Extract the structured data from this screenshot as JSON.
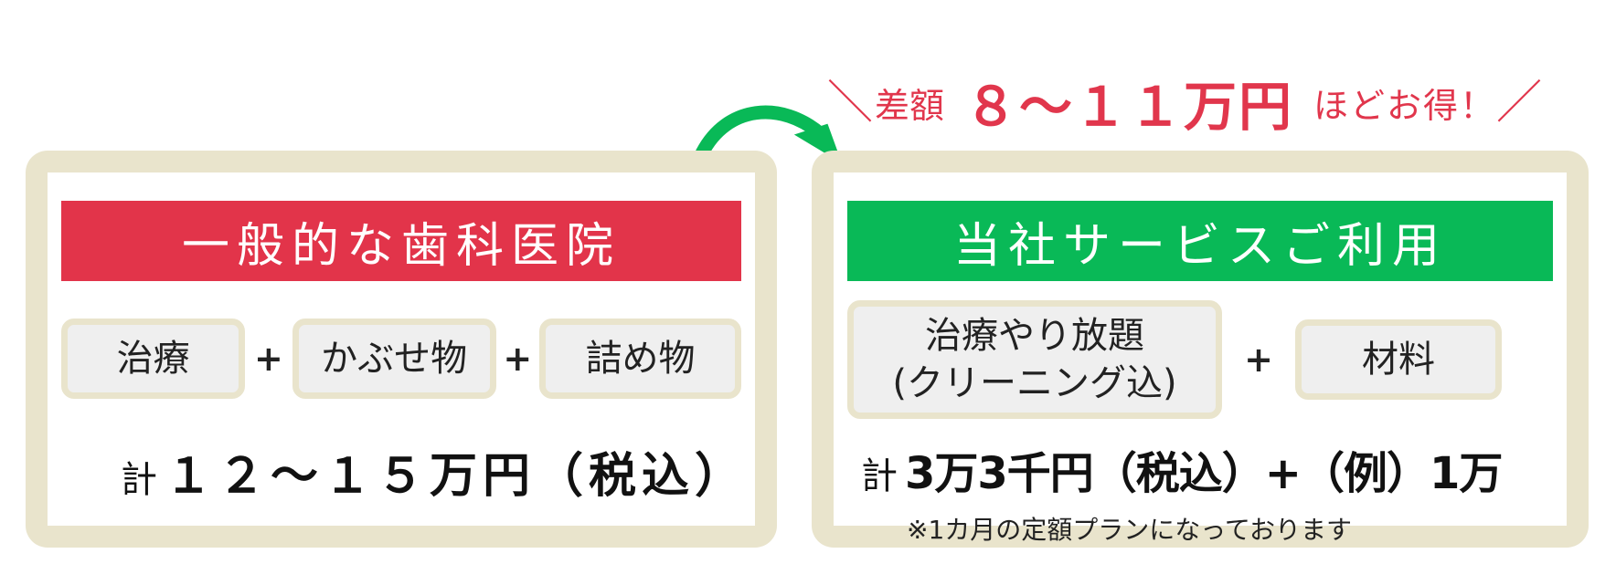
{
  "banner": {
    "slash_left": "＼",
    "prefix": "差額",
    "amount": "８～１１万円",
    "suffix": "ほどお得！",
    "slash_right": "／"
  },
  "left_panel": {
    "title": "一般的な歯科医院",
    "items": [
      "治療",
      "かぶせ物",
      "詰め物"
    ],
    "plus": "+",
    "total_label": "計",
    "total_value": "１２～１５万円（税込）"
  },
  "right_panel": {
    "title": "当社サービスご利用",
    "items": [
      "治療やり放題\n(クリーニング込)",
      "材料"
    ],
    "plus": "+",
    "total_label": "計",
    "total_value": "3万3千円（税込）+（例）1万",
    "note": "※1カ月の定額プランになっております"
  },
  "colors": {
    "accent_red": "#e2344a",
    "accent_green": "#09b957",
    "frame_beige": "#e9e4cc",
    "item_gray": "#efefef"
  },
  "icons": {
    "arrow": "curved-arrow-icon"
  }
}
